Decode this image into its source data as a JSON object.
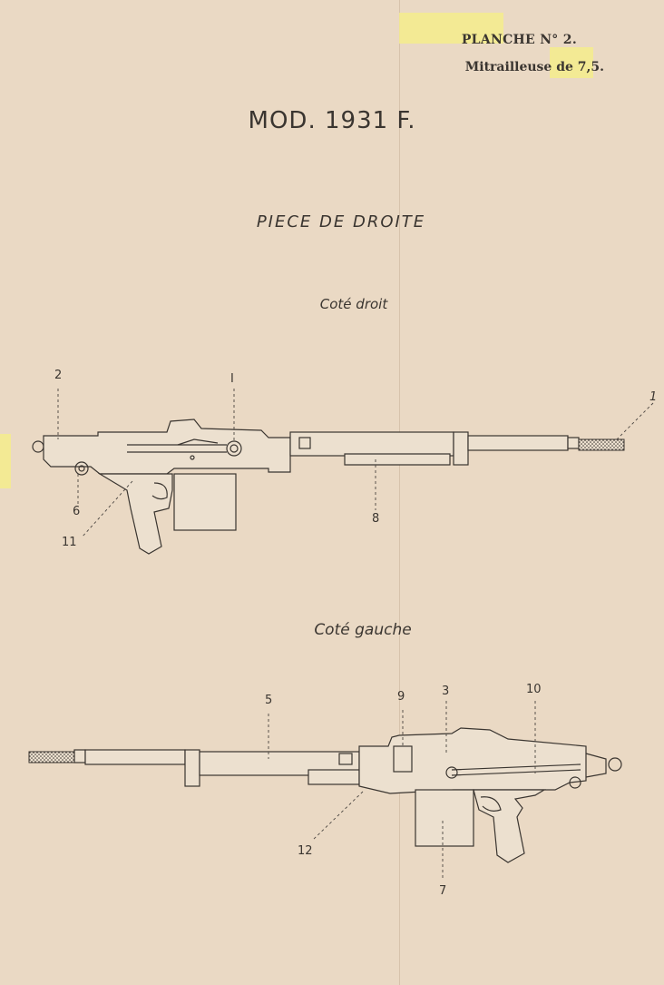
{
  "header": {
    "plate_number": "PLANCHE N° 2.",
    "subtitle": "Mitrailleuse de 7,5."
  },
  "title": "MOD. 1931 F.",
  "section_title": "PIECE DE DROITE",
  "views": {
    "right_side": {
      "caption": "Coté droit",
      "labels": [
        "2",
        "I",
        "1",
        "6",
        "8",
        "11"
      ]
    },
    "left_side": {
      "caption": "Coté gauche",
      "labels": [
        "5",
        "9",
        "3",
        "10",
        "12",
        "7"
      ]
    }
  },
  "colors": {
    "paper": "#ead9c4",
    "ink": "#3a3530",
    "highlight": "#f4ec8c"
  }
}
